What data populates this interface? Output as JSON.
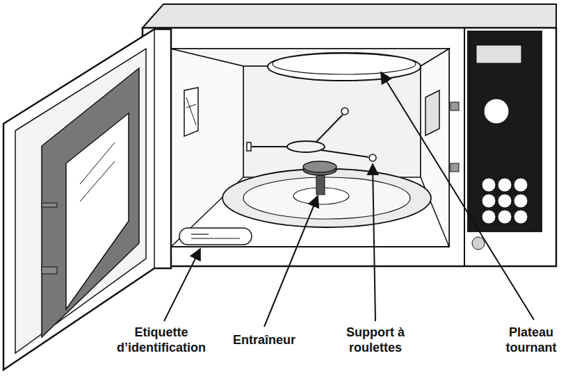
{
  "diagram": {
    "labels": [
      "Etiquette d’identification",
      "Entraîneur",
      "Support à roulettes",
      "Plateau tournant"
    ]
  }
}
